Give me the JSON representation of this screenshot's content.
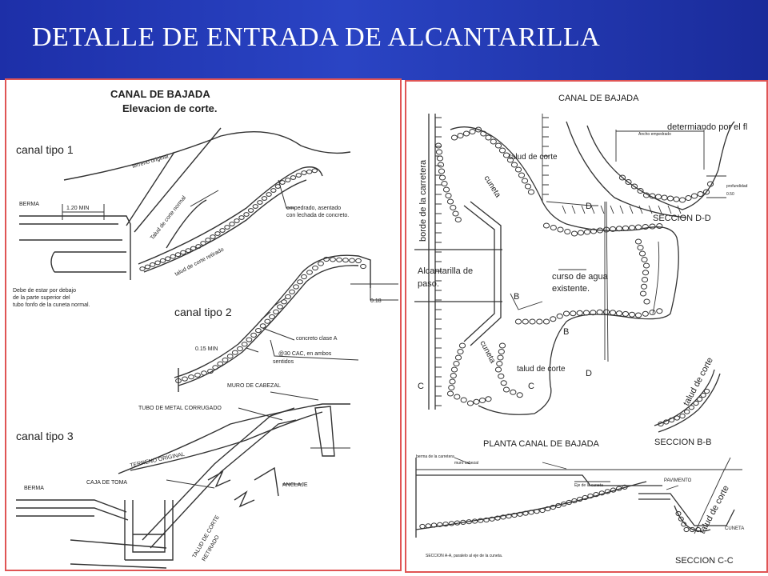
{
  "title": "DETALLE DE ENTRADA DE ALCANTARILLA",
  "left_panel": {
    "heading_1": "CANAL DE BAJADA",
    "heading_2": "Elevacion de corte.",
    "tipo1": "canal tipo 1",
    "tipo2": "canal tipo 2",
    "tipo3": "canal tipo 3",
    "terreno_original": "terreno original",
    "berma": "BERMA",
    "min_120": "1.20 MIN",
    "talud_corte_normal": "Talud de corte normal",
    "talud_corte_retirado": "talud de corte retirado",
    "empedrado_1": "empedrado, asentado",
    "empedrado_2": "con lechada de concreto.",
    "nota_1": "Debe de estar por debajo",
    "nota_2": "de la parte superior del",
    "nota_3": "tubo fonfo de la cuneta normal.",
    "dim_018": "0.18",
    "concreto": "concreto clase A",
    "min_015": "0.15 MIN",
    "refuerzo_1": "@30 CAC, en ambos",
    "refuerzo_2": "sentidos",
    "muro_cabezal": "MURO DE CABEZAL",
    "tubo_metal": "TUBO DE METAL CORRUGADO",
    "terreno_original_caps": "TERRENO ORIGINAL",
    "berma_caps": "BERMA",
    "caja_toma": "CAJA DE TOMA",
    "anclaje": "ANCLAJE",
    "talud_corte_retirado_caps_1": "TALUD DE CORTE",
    "talud_corte_retirado_caps_2": "RETIRADO"
  },
  "right_panel": {
    "canal_bajada": "CANAL DE BAJADA",
    "determinado": "determiando por el fl",
    "ancho": "Ancho empedrado",
    "profundidad": "profundidad",
    "prof_val": "0.50",
    "seccion_dd": "SECCION D-D",
    "talud_corte": "talud de corte",
    "cuneta": "cuneta",
    "borde": "borde de la carretera",
    "alcantarilla_1": "Alcantarilla de",
    "alcantarilla_2": "paso.",
    "curso_1": "curso de agua",
    "curso_2": "existente.",
    "lbl_d": "D",
    "lbl_b": "B",
    "lbl_c": "C",
    "talud_corte_2": "talud de corte",
    "cuneta_2": "cuneta",
    "planta": "PLANTA CANAL DE BAJADA",
    "talud_corte_bb": "talud de corte",
    "seccion_bb": "SECCION B-B",
    "berma_carretera": "berma de la carretera",
    "muro_cabezal_s": "muro cabezal",
    "eje_cuneta": "Eje de la cuneta",
    "seccion_aa": "SECCION A-A, paralelo al eje de la cuneta.",
    "pavimento": "PAVIMENTO",
    "talud_corte_cc": "talud de corte",
    "cuneta_cc": "CUNETA",
    "seccion_cc": "SECCION C-C"
  }
}
